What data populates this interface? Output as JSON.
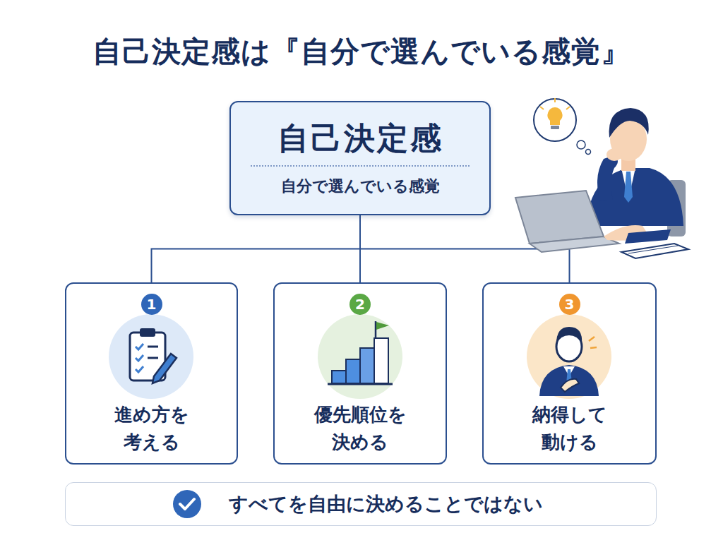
{
  "diagram": {
    "title": "自己決定感は『自分で選んでいる感覚』",
    "nodes": [
      {
        "text": [
          "自己決定感",
          "自分で選んでいる感覚"
        ]
      },
      {
        "text": [
          "1",
          "進め方を 考える"
        ]
      },
      {
        "text": [
          "2",
          "優先順位を 決める"
        ]
      },
      {
        "text": [
          "3",
          "納得して 動ける"
        ]
      },
      {
        "text": [
          "すべてを自由に決めることではない"
        ]
      }
    ],
    "edges": [
      {
        "from": 0,
        "to": 1,
        "arrow": "none"
      },
      {
        "from": 0,
        "to": 2,
        "arrow": "none"
      },
      {
        "from": 0,
        "to": 3,
        "arrow": "none"
      }
    ]
  }
}
